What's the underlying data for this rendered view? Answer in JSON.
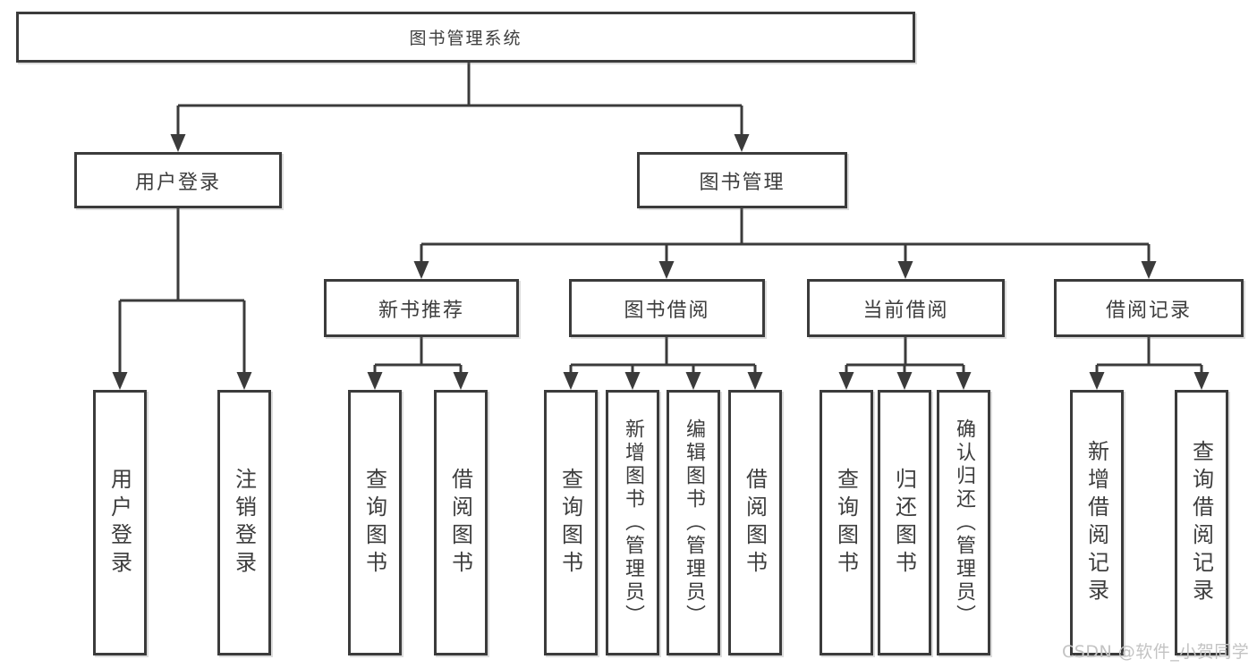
{
  "root": {
    "label": "图书管理系统"
  },
  "level2": {
    "user_login": {
      "label": "用户登录"
    },
    "book_mgmt": {
      "label": "图书管理"
    }
  },
  "level3": {
    "new_books": {
      "label": "新书推荐"
    },
    "book_borrow": {
      "label": "图书借阅"
    },
    "current_borrow": {
      "label": "当前借阅"
    },
    "borrow_records": {
      "label": "借阅记录"
    }
  },
  "leaves": {
    "user_login": [
      "用户登录",
      "注销登录"
    ],
    "new_books": [
      "查询图书",
      "借阅图书"
    ],
    "book_borrow": [
      "查询图书",
      "新增图书（管理员）",
      "编辑图书（管理员）",
      "借阅图书"
    ],
    "current_borrow": [
      "查询图书",
      "归还图书",
      "确认归还（管理员）"
    ],
    "borrow_records": [
      "新增借阅记录",
      "查询借阅记录"
    ]
  },
  "watermark": "CSDN @软件_小贺同学",
  "colors": {
    "line": "#3b3b3b",
    "box_border": "#3b3b3b",
    "box_fill": "#ffffff",
    "text": "#3d3d3d",
    "watermark_text": "#c3c3c3"
  }
}
